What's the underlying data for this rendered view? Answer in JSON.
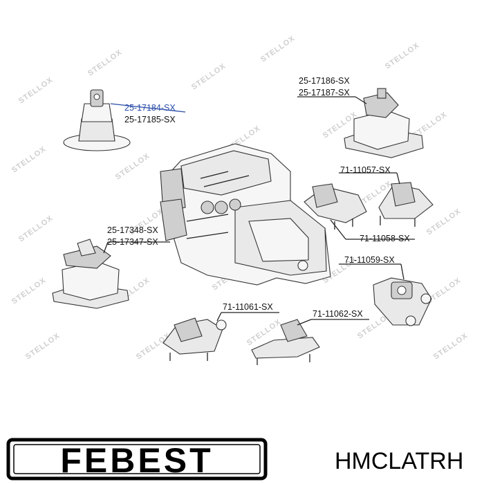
{
  "diagram": {
    "watermark_text": "STELLOX",
    "parts": [
      {
        "id": "p1",
        "labels": [
          "25-17184-SX",
          "25-17185-SX"
        ],
        "highlight": true
      },
      {
        "id": "p2",
        "labels": [
          "25-17186-SX",
          "25-17187-SX"
        ],
        "highlight": false
      },
      {
        "id": "p3",
        "labels": [
          "71-11057-SX"
        ],
        "highlight": false
      },
      {
        "id": "p4",
        "labels": [
          "71-11058-SX"
        ],
        "highlight": false
      },
      {
        "id": "p5",
        "labels": [
          "25-17348-SX",
          "25-17347-SX"
        ],
        "highlight": false
      },
      {
        "id": "p6",
        "labels": [
          "71-11059-SX"
        ],
        "highlight": false
      },
      {
        "id": "p7",
        "labels": [
          "71-11061-SX"
        ],
        "highlight": false
      },
      {
        "id": "p8",
        "labels": [
          "71-11062-SX"
        ],
        "highlight": false
      }
    ],
    "highlight_color": "#2a4da8"
  },
  "footer": {
    "brand": "FEBEST",
    "code": "HMCLATRH"
  }
}
